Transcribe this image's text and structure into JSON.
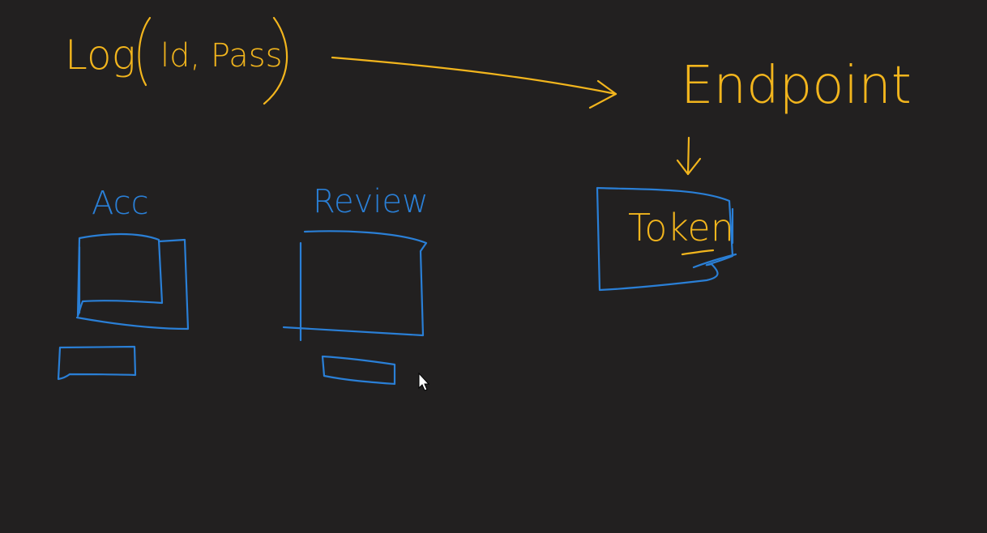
{
  "diagram": {
    "top_label_prefix": "Log",
    "top_label_args": "ld, Pass",
    "endpoint_label": "Endpoint",
    "token_label": "Token",
    "acc_label": "Acc",
    "review_label": "Review"
  },
  "colors": {
    "background": "#222020",
    "yellow_ink": "#f2b51d",
    "blue_ink": "#2a7fd6"
  },
  "icons": {
    "cursor": "mouse-pointer-icon"
  }
}
